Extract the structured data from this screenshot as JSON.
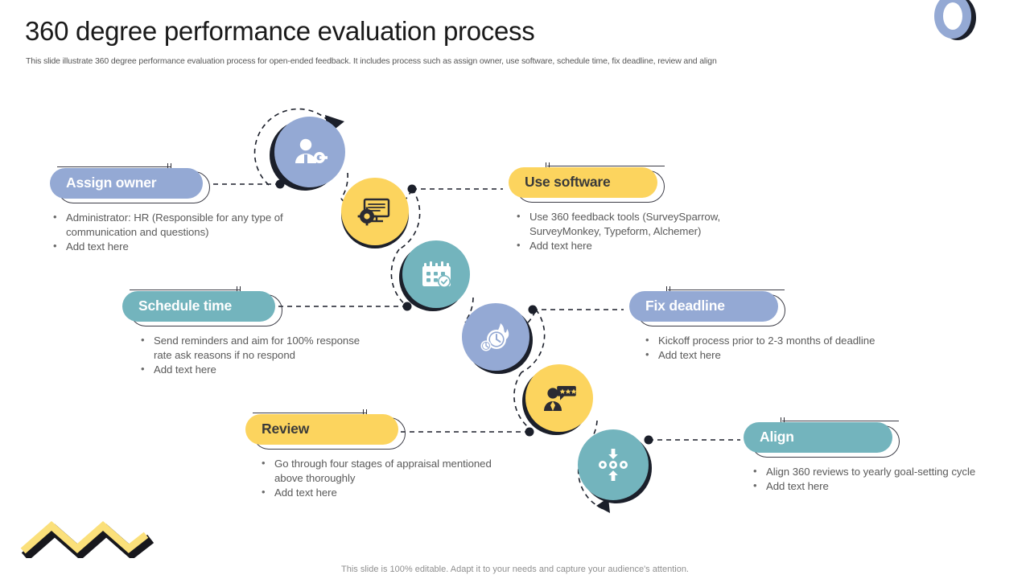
{
  "header": {
    "title": "360 degree performance evaluation process",
    "subtitle": "This slide illustrate 360 degree performance evaluation process for open-ended feedback. It includes process such as assign owner, use software, schedule time, fix deadline, review and align"
  },
  "footer": {
    "note": "This slide is 100% editable. Adapt it to your needs and capture your audience's attention."
  },
  "colors": {
    "blue": "#94a9d4",
    "yellow": "#fcd45e",
    "teal": "#73b4bd",
    "yellow_deep": "#f8cc4e",
    "dark": "#1b1f2a",
    "outline": "#3c3c46",
    "body_text": "#5a5a5a"
  },
  "steps": [
    {
      "id": "assign-owner",
      "label": "Assign owner",
      "color": "blue",
      "label_style": "light",
      "icon": "user-assign-icon",
      "bullets": [
        "Administrator: HR (Responsible for any type of communication and  questions)",
        "Add text here"
      ]
    },
    {
      "id": "use-software",
      "label": "Use software",
      "color": "yellow",
      "label_style": "dark",
      "icon": "monitor-gear-icon",
      "bullets": [
        "Use 360 feedback tools (SurveySparrow, SurveyMonkey,  Typeform, Alchemer)",
        "Add text here"
      ]
    },
    {
      "id": "schedule-time",
      "label": "Schedule time",
      "color": "teal",
      "label_style": "light",
      "icon": "calendar-clock-icon",
      "bullets": [
        "Send reminders and aim for 100% response rate ask reasons if no respond",
        "Add text here"
      ]
    },
    {
      "id": "fix-deadline",
      "label": "Fix deadline",
      "color": "blue",
      "label_style": "light",
      "icon": "clock-flame-icon",
      "bullets": [
        "Kickoff process prior to 2-3 months of deadline",
        "Add text here"
      ]
    },
    {
      "id": "review",
      "label": "Review",
      "color": "yellow",
      "label_style": "dark",
      "icon": "person-rating-icon",
      "bullets": [
        "Go through four stages of appraisal mentioned above thoroughly",
        "Add text here"
      ]
    },
    {
      "id": "align",
      "label": "Align",
      "color": "teal",
      "label_style": "light",
      "icon": "align-arrows-icon",
      "bullets": [
        "Align 360 reviews to yearly goal-setting cycle",
        "Add text here"
      ]
    }
  ]
}
